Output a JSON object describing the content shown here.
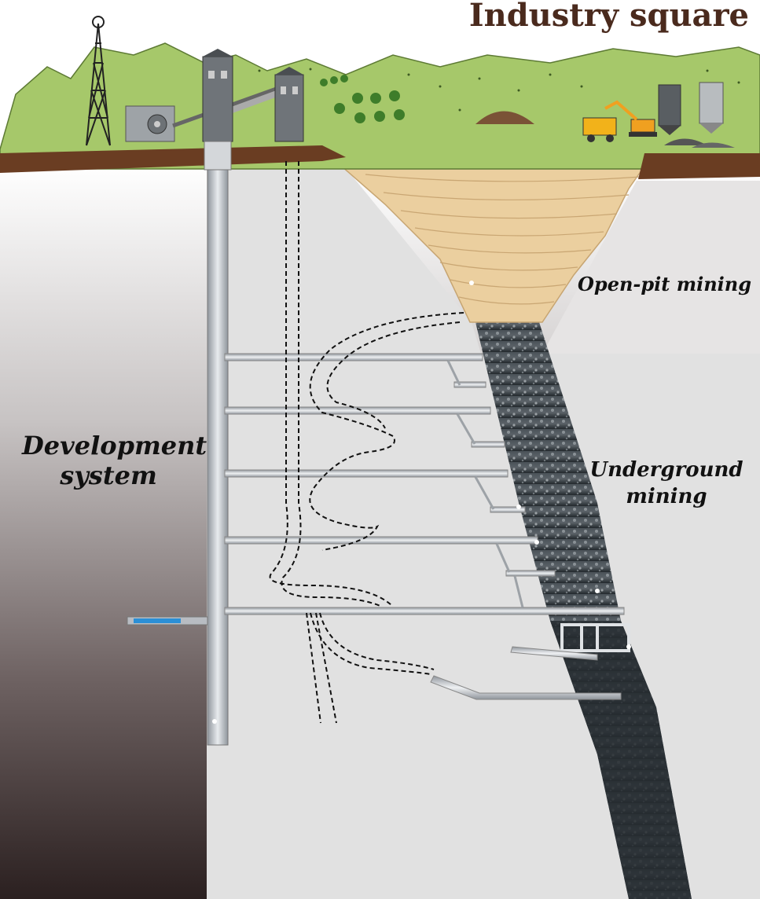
{
  "labels": {
    "industry_square": "Industry square",
    "open_pit_mining": "Open-pit mining",
    "development_system": [
      "Development",
      "system"
    ],
    "underground_mining": [
      "Underground",
      "mining"
    ]
  },
  "colors": {
    "title_text": "#4a2a1d",
    "label_text": "#111111",
    "grass": "#a6c86a",
    "soil": "#6a3d22",
    "open_pit": "#ebcf9f",
    "ore_body": "#3b4146",
    "rock_gradient_top": "#ffffff",
    "rock_gradient_bottom": "#2b2020",
    "mined_zone": "#e1e1e1",
    "pipe": "#b8bcc2",
    "water_pipe": "#2b8fd6"
  },
  "icons": [
    "headframe-tower-icon",
    "hoist-house-icon",
    "conveyor-icon",
    "tree-icon",
    "dump-truck-icon",
    "excavator-icon",
    "silo-icon",
    "ore-pile-icon"
  ]
}
